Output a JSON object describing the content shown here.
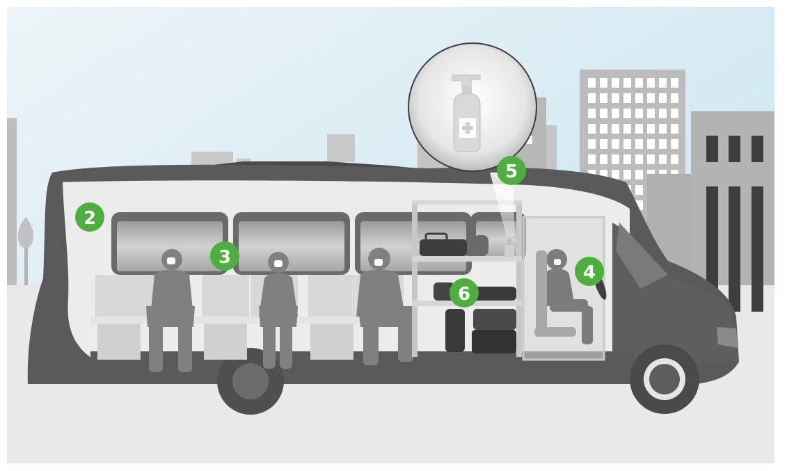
{
  "colors": {
    "sky_top": "#d6ebf4",
    "sky_bottom": "#eef4f7",
    "ground": "#e9e9e9",
    "bus_dark": "#555555",
    "bus_body": "#656565",
    "interior": "#ececec",
    "seat": "#d8d8d8",
    "passenger": "#7f7f7f",
    "building": "#b5b5b5",
    "building_far": "#c8c8c8",
    "badge": "#4caf3e"
  },
  "scene": {
    "bus_icon": "shuttle-bus",
    "sanitizer_icon": "hand-sanitizer-bottle"
  },
  "markers": [
    {
      "id": "2",
      "label": "2"
    },
    {
      "id": "3",
      "label": "3"
    },
    {
      "id": "4",
      "label": "4"
    },
    {
      "id": "5",
      "label": "5"
    },
    {
      "id": "6",
      "label": "6"
    }
  ]
}
